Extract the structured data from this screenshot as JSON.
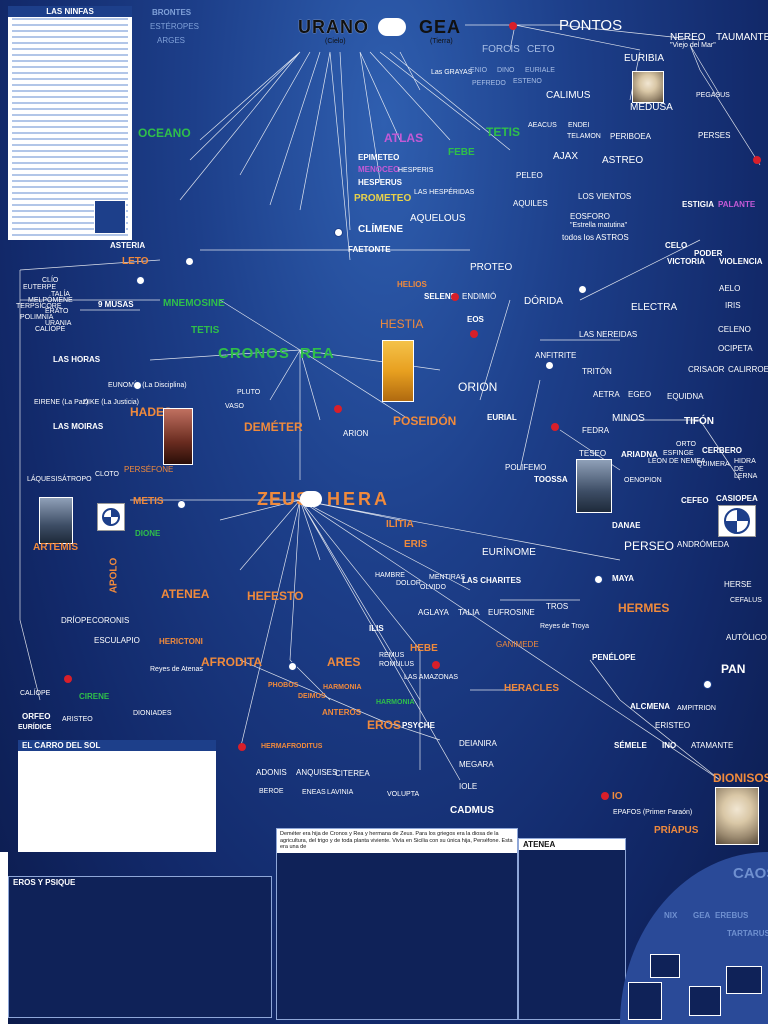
{
  "nodes": {
    "urano": "URANO",
    "gea": "GEA",
    "pontos": "PONTOS",
    "cielo": "(Cielo)",
    "tierra": "(Tierra)",
    "brontes": "BRONTES",
    "esteropes": "ESTÉROPES",
    "arges": "ARGES",
    "forcis": "FORCIS",
    "ceto": "CETO",
    "euribia": "EURIBIA",
    "nereo": "NEREO",
    "nereo_sub": "\"Viejo del Mar\"",
    "taumante": "TAUMANTE",
    "graias": "Las GRAYAS",
    "enio": "ENIO",
    "dino": "DINO",
    "pefredo": "PEFREDO",
    "euriale": "EURIALE",
    "esteno": "ESTENO",
    "calimus": "CALIMUS",
    "medusa": "MEDUSA",
    "pegasus": "PEGASUS",
    "oceano": "OCEANO",
    "atlas": "ATLAS",
    "tetis": "TETIS",
    "febe": "FEBE",
    "epimeteo": "EPIMETEO",
    "menoceo": "MENOCEO",
    "hesperis": "HESPERIS",
    "hesperus": "HESPERUS",
    "prometeo": "PROMETEO",
    "hesperidas": "LAS HESPÉRIDAS",
    "aeacus": "AEACUS",
    "endei": "ENDEI",
    "telamon": "TELAMON",
    "periboea": "PERIBOEA",
    "ajax": "AJAX",
    "astreo": "ASTREO",
    "perses": "PERSES",
    "peleo": "PELEO",
    "aquiles": "AQUILES",
    "vientos": "LOS VIENTOS",
    "eosforo": "EOSFORO",
    "eosforo_sub": "\"Estrella matutina\"",
    "astros": "todos los ASTROS",
    "estigia": "ESTIGIA",
    "palante": "PALANTE",
    "aquelous": "AQUELOUS",
    "climene": "CLÍMENE",
    "faetonte": "FAETONTE",
    "asteria": "ASTERIA",
    "leto": "LETO",
    "proteo": "PROTEO",
    "celo": "CELO",
    "victoria": "VICTORIA",
    "poder": "PODER",
    "violencia": "VIOLENCIA",
    "dorida": "DÓRIDA",
    "electra": "ELECTRA",
    "aelo": "AELO",
    "iris": "IRIS",
    "celeno": "CELENO",
    "ocipeta": "OCIPETA",
    "helios": "HELIOS",
    "selene": "SELENE",
    "endimio": "ENDIMIÓ",
    "eos": "EOS",
    "musas": "9 MUSAS",
    "mnemosine": "MNEMOSINE",
    "tetis2": "TETIS",
    "clio": "CLÍO",
    "euterpe": "EUTERPE",
    "talia_m": "TALÍA",
    "melpomene": "MELPÓMENE",
    "terpsicore": "TERPSÍCORE",
    "erato": "ÉRATO",
    "polimnia": "POLIMNIA",
    "urania": "URANIA",
    "caliope_m": "CALÍOPE",
    "cronos": "CRONOS",
    "rea": "REA",
    "hestia": "HESTIA",
    "nereidas": "LAS NEREIDAS",
    "las_horas": "LAS HORAS",
    "eunomia": "EUNOMÍA (La Disciplina)",
    "eirene": "EIRENE (La Paz)",
    "dike": "DIKE (La Justicia)",
    "moiras": "LAS MOIRAS",
    "laquesis": "LÁQUESIS",
    "atropo": "ÁTROPO",
    "cloto": "CLOTO",
    "anfitrite": "ANFITRITE",
    "triton": "TRITÓN",
    "crisaor": "CRISAOR",
    "calirroe": "CALIRROE",
    "orion": "ORION",
    "aetra": "AETRA",
    "egeo": "EGEO",
    "equidna": "EQUIDNA",
    "tifon": "TIFÓN",
    "hades": "HADES",
    "demeter": "DEMÉTER",
    "arion": "ARION",
    "pluto": "PLUTO",
    "vaso": "VASO",
    "poseidon": "POSEIDÓN",
    "eurial": "EURIAL",
    "fedra": "FEDRA",
    "minos": "MINOS",
    "teseo": "TESEO",
    "ariadna": "ARIADNA",
    "polifemo": "POLIFEMO",
    "toosa": "TOOSSA",
    "enopion": "OENOPION",
    "cerbero": "CERBERO",
    "orto": "ORTO",
    "esfinge": "ESFINGE",
    "hidra": "HIDRA DE LERNA",
    "quimera": "QUIMERA",
    "leon_nemea": "LEON DE NEMEA",
    "persefone": "PERSÉFONE",
    "zeus": "ZEUS",
    "hera": "HERA",
    "metis": "METIS",
    "dione": "DIONE",
    "ilitia": "ILITIA",
    "eris": "ERIS",
    "eurinome": "EURÍNOME",
    "cefeo": "CEFEO",
    "casiopea": "CASIOPEA",
    "danae": "DANAE",
    "perseo": "PERSEO",
    "andromeda": "ANDRÓMEDA",
    "maya": "MAYA",
    "herse": "HERSE",
    "cefalus": "CEFALUS",
    "hermes": "HERMES",
    "autolico": "AUTÓLICO",
    "pan": "PAN",
    "penelope": "PENÉLOPE",
    "artemis": "ARTEMIS",
    "apolo": "APOLO",
    "atenea": "ATENEA",
    "hefesto": "HEFESTO",
    "hambre": "HAMBRE",
    "dolor": "DOLOR",
    "mentiras": "MENTIRAS",
    "olvido": "OLVIDO",
    "charites": "LAS CHARITES",
    "aglaya": "AGLAYA",
    "talia": "TALIA",
    "eufrosine": "EUFROSINE",
    "tros": "TROS",
    "reyes_troya": "Reyes de Troya",
    "ganimede": "GANIMEDE",
    "dríope": "DRÍOPE",
    "coronis": "CORONIS",
    "esculapio": "ESCULAPIO",
    "hericton": "HERICTONI",
    "reyes_atenas": "Reyes de Atenas",
    "ilis": "ILIS",
    "hebe": "HEBE",
    "remus": "REMUS",
    "romulus": "ROMULUS",
    "amazonas": "LAS AMAZONAS",
    "afrodita": "AFRODITA",
    "ares": "ARES",
    "phobos": "PHOBOS",
    "deimos": "DEIMOS",
    "harmonia": "HARMONIA",
    "anteros": "ANTEROS",
    "heracles": "HERACLES",
    "caliope": "CALÍOPE",
    "orfeo": "ORFEO",
    "euridice": "EURÍDICE",
    "aristeo": "ARISTEO",
    "cirene": "CIRENE",
    "dioniades": "DIONIADES",
    "alcmena": "ALCMENA",
    "anfitrion": "AMPITRION",
    "eristeo": "ERISTEO",
    "harmonia2": "HARMONIA",
    "eros": "EROS",
    "psyche": "PSYCHE",
    "deianira": "DEIANIRA",
    "megara": "MEGARA",
    "iole": "IOLE",
    "hermafroditus": "HERMAFRODITUS",
    "adonis": "ADONIS",
    "anquises": "ANQUISES",
    "citerea": "CITEREA",
    "beroe": "BEROE",
    "eneas": "ENEAS",
    "lavinia": "LAVINIA",
    "cadmus": "CADMUS",
    "volupta": "VOLUPTA",
    "semele": "SÉMELE",
    "ino": "INO",
    "atamante": "ATAMANTE",
    "dionisos": "DIONISOS",
    "io": "IO",
    "epafos": "EPAFOS (Primer Faraón)",
    "priapus": "PRÍAPUS",
    "caos": "CAOS",
    "nix": "NIX",
    "gea_small": "GEA",
    "erebus": "EREBUS",
    "tartarus": "TARTARUS"
  },
  "panels": {
    "ninfas_title": "LAS NINFAS",
    "carro_sol": "EL CARRO DEL SOL",
    "eros_psique": "EROS Y PSIQUE",
    "atenea_title": "ATENEA",
    "demeter_text": "Deméter era hija de Cronos y Rea y hermana de Zeus. Para los griegos era la diosa de la agricultura, del trigo y de toda planta viviente. Vivía en Sicilia con su única hija, Perséfone. Esta era una de"
  },
  "colors": {
    "background": "#1d3f8a",
    "line": "#ffffff",
    "accent_red": "#d81f2a"
  }
}
